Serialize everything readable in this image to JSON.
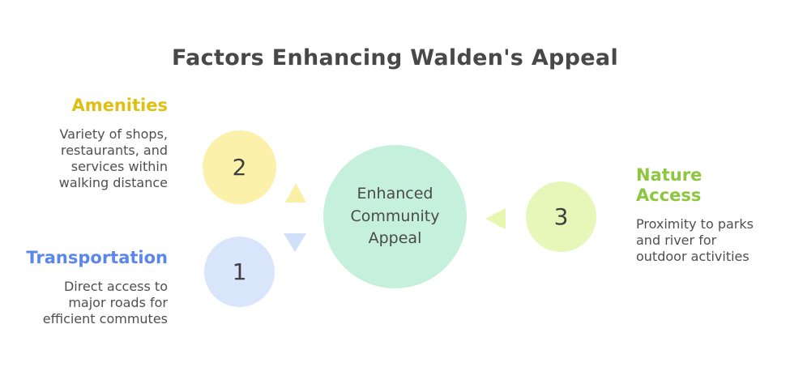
{
  "title": "Factors Enhancing Walden's Appeal",
  "center_node": {
    "label": "Enhanced Community Appeal"
  },
  "factors": [
    {
      "number": "2",
      "label": "Amenities",
      "description": "Variety of shops, restaurants, and services within walking distance",
      "label_color": "#ddc012",
      "circle_color": "#fcf1ab",
      "arrow_color": "#faefa5",
      "arrow_direction": "up"
    },
    {
      "number": "1",
      "label": "Transportation",
      "description": "Direct access to major roads for efficient commutes",
      "label_color": "#5b87ea",
      "circle_color": "#d9e5fa",
      "arrow_color": "#cfe0f8",
      "arrow_direction": "down"
    },
    {
      "number": "3",
      "label": "Nature Access",
      "description": "Proximity to parks and river for outdoor activities",
      "label_color": "#8dc63f",
      "circle_color": "#e6f7b9",
      "arrow_color": "#e9f6ae",
      "arrow_direction": "left"
    }
  ],
  "colors": {
    "background": "#ffffff",
    "title_text": "#484848",
    "body_text": "#4f4f4f",
    "center_circle": "#c5f0dc"
  }
}
